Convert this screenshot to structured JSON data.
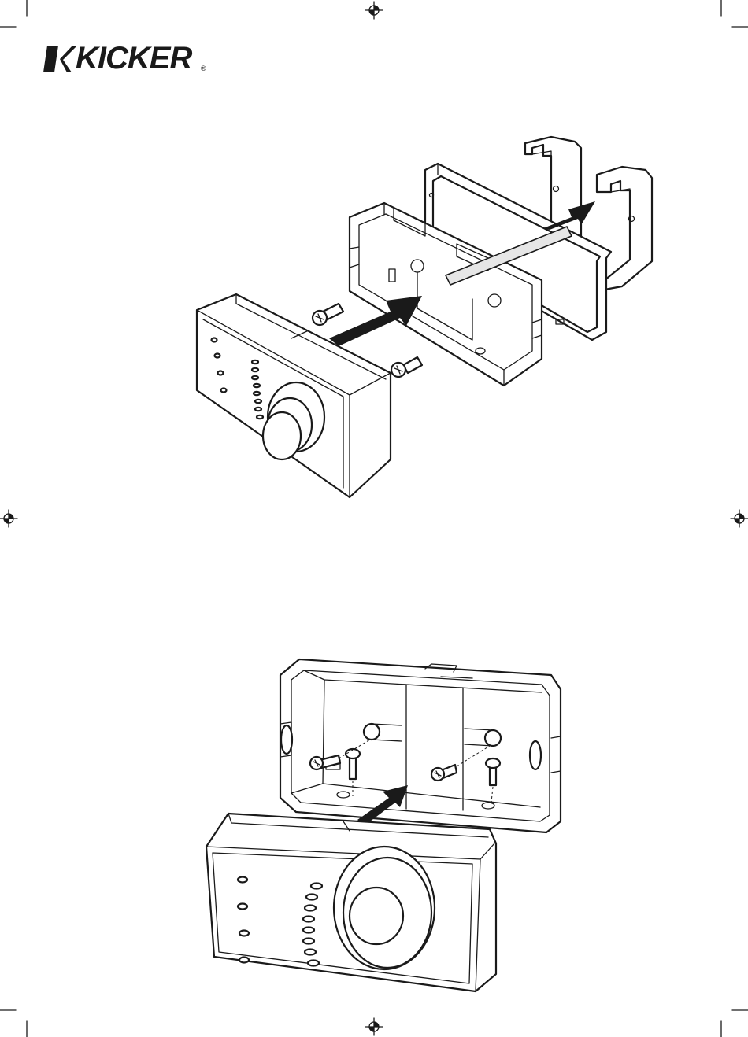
{
  "brand": {
    "name": "KICKER",
    "registered_mark": "®"
  },
  "figures": [
    {
      "id": "exploded-view",
      "parts": [
        "remote-control",
        "screws",
        "mounting-box",
        "bezel-frame",
        "mounting-brackets"
      ]
    },
    {
      "id": "screw-mounting-view",
      "parts": [
        "mounting-box",
        "screws",
        "remote-control"
      ]
    }
  ],
  "colors": {
    "line": "#1a1a1a",
    "paper": "#ffffff",
    "arrow": "#1a1a1a"
  }
}
